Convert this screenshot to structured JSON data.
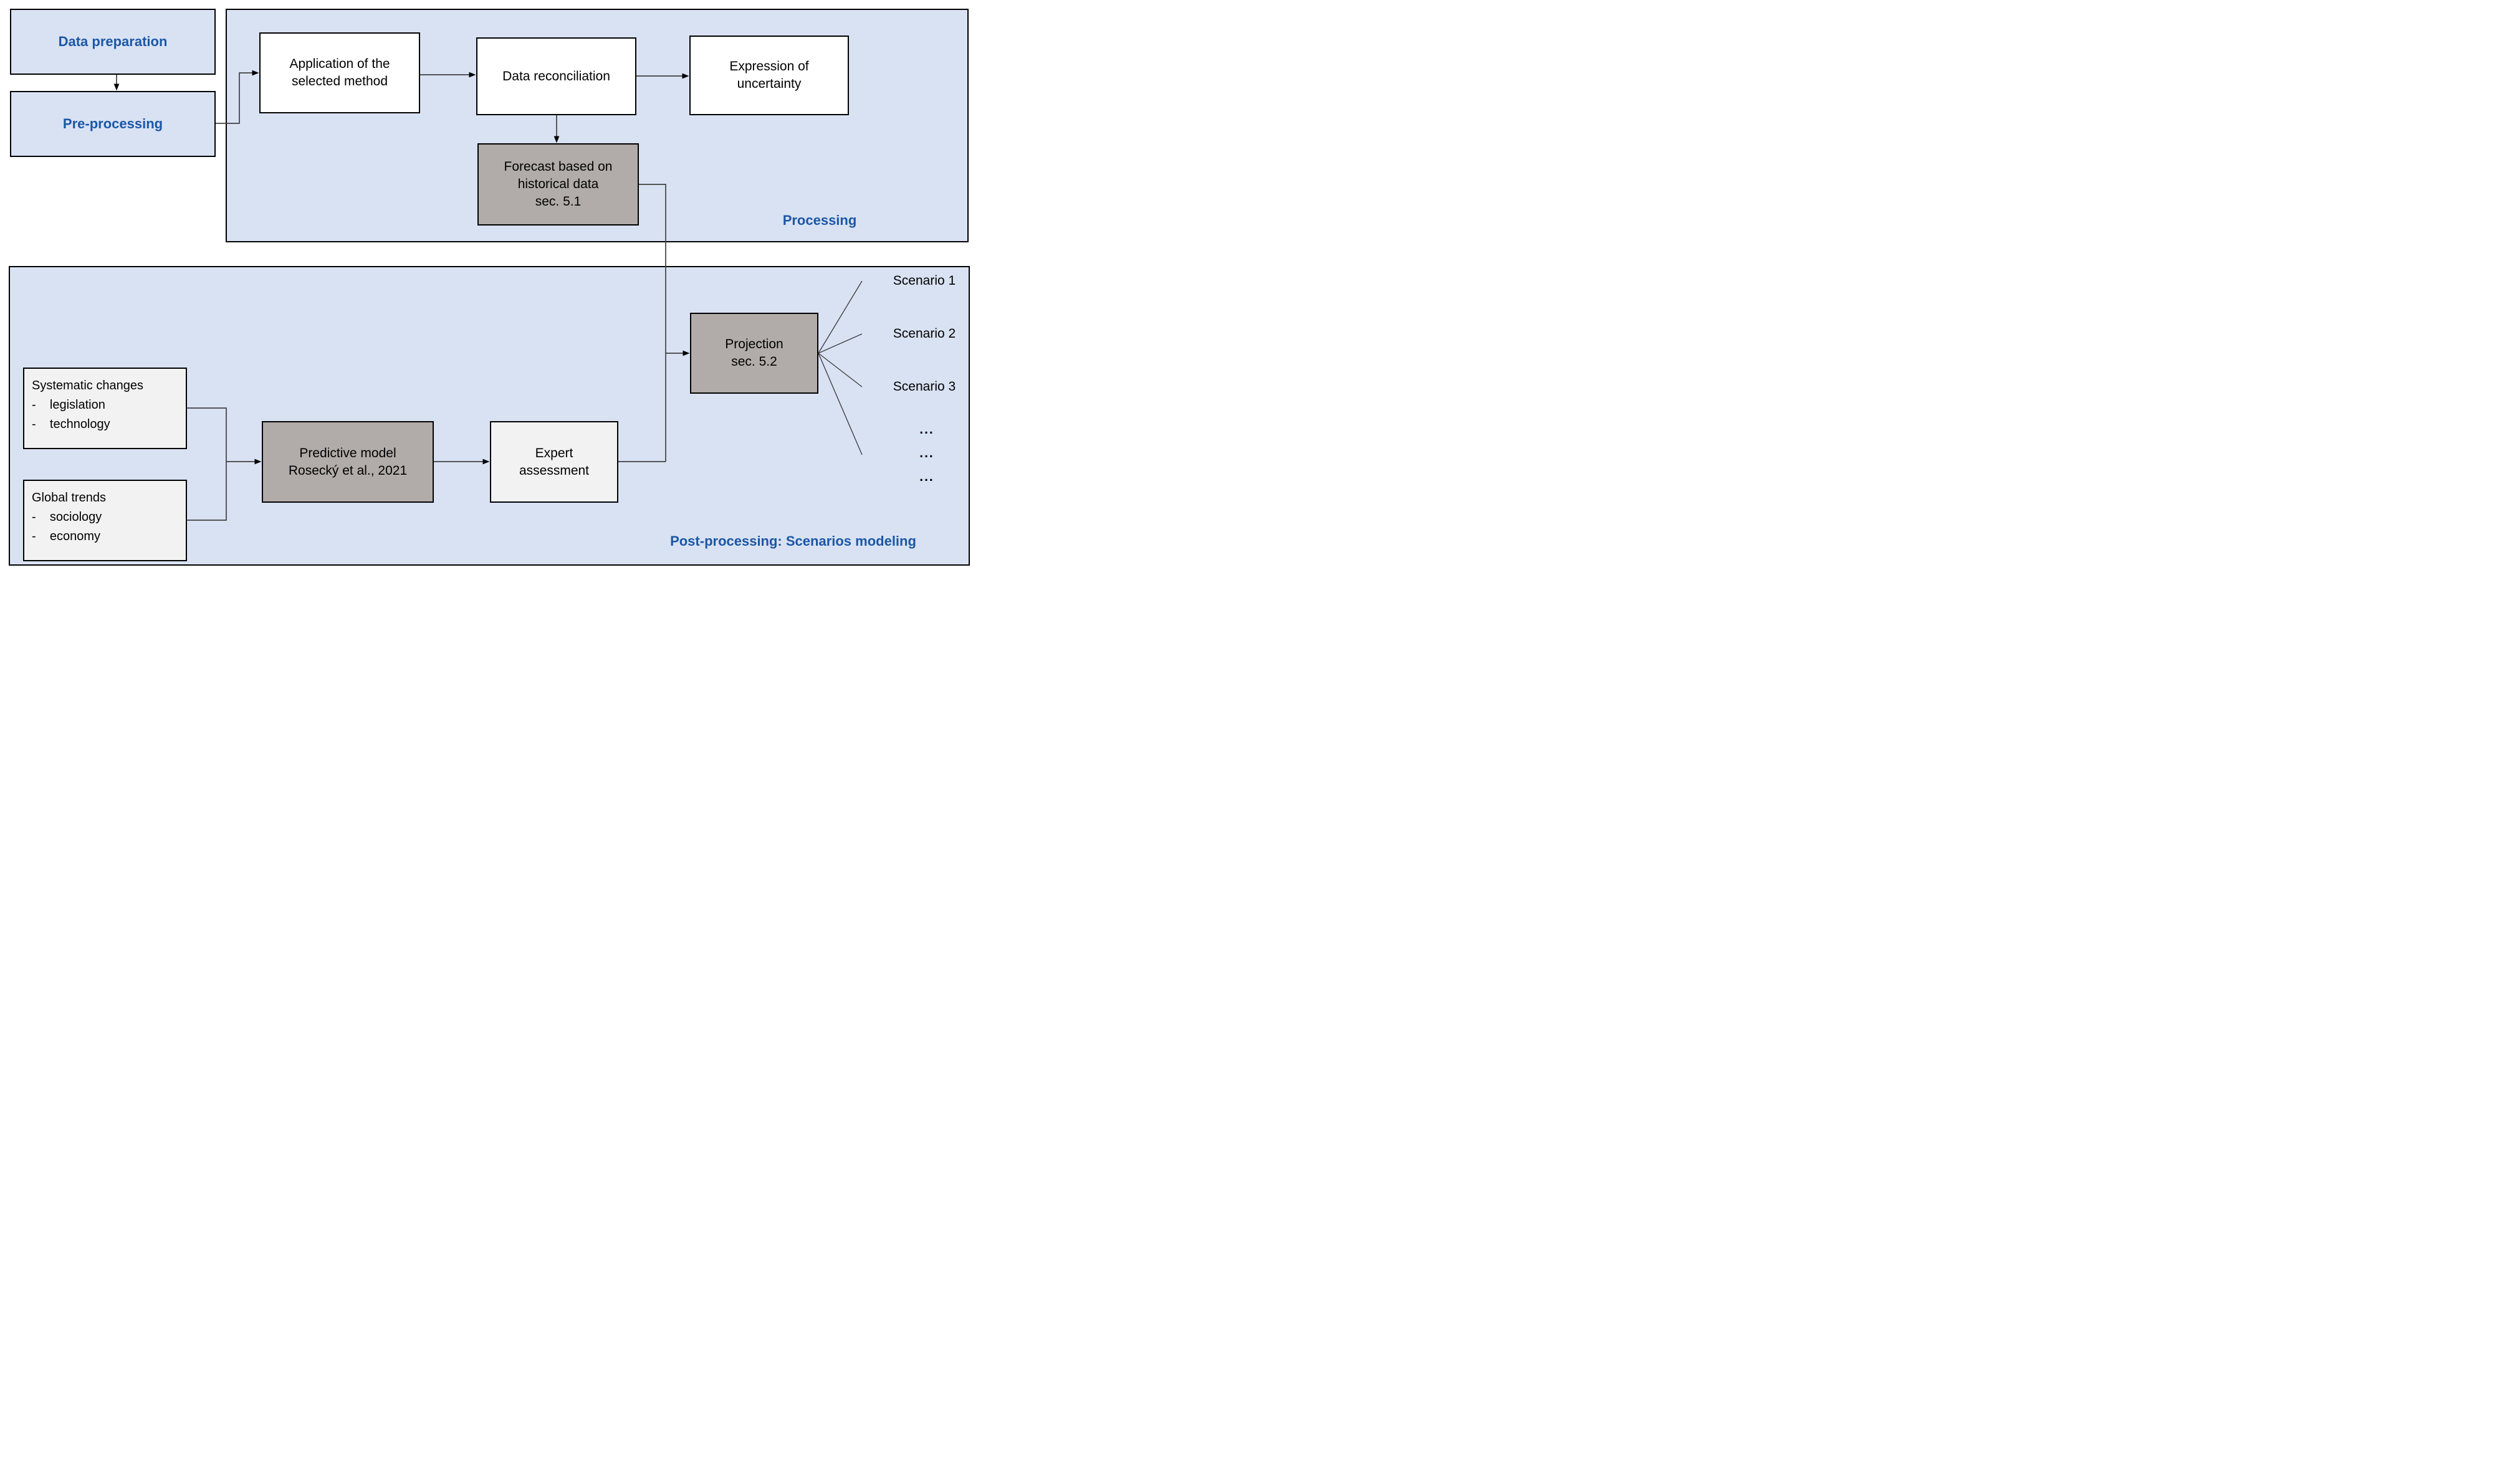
{
  "diagram": {
    "colors": {
      "container_fill": "#d9e2f3",
      "blue_box_fill": "#d9e2f3",
      "gray_box_fill": "#b1aca9",
      "light_box_fill": "#f2f2f2",
      "white_box_fill": "#ffffff",
      "accent_blue_text": "#1b57a6",
      "connector_line": "#404040",
      "border": "#000000"
    },
    "nodes": {
      "data_preparation": {
        "label": "Data preparation"
      },
      "pre_processing": {
        "label": "Pre-processing"
      },
      "application": {
        "label": "Application of the\nselected method"
      },
      "data_reconciliation": {
        "label": "Data reconciliation"
      },
      "expression_uncertainty": {
        "label": "Expression of\nuncertainty"
      },
      "forecast": {
        "label": "Forecast based on\nhistorical data\nsec. 5.1"
      },
      "systematic_changes": {
        "label": "Systematic changes\n-    legislation\n-    technology"
      },
      "global_trends": {
        "label": "Global trends\n-    sociology\n-    economy"
      },
      "predictive_model": {
        "label": "Predictive model\nRosecký et al., 2021"
      },
      "expert_assessment": {
        "label": "Expert\nassessment"
      },
      "projection": {
        "label": "Projection\nsec. 5.2"
      }
    },
    "zone_labels": {
      "processing": "Processing",
      "post_processing": "Post-processing: Scenarios modeling"
    },
    "scenarios": {
      "items": [
        "Scenario 1",
        "Scenario 2",
        "Scenario 3",
        "...",
        "...",
        "..."
      ]
    }
  }
}
